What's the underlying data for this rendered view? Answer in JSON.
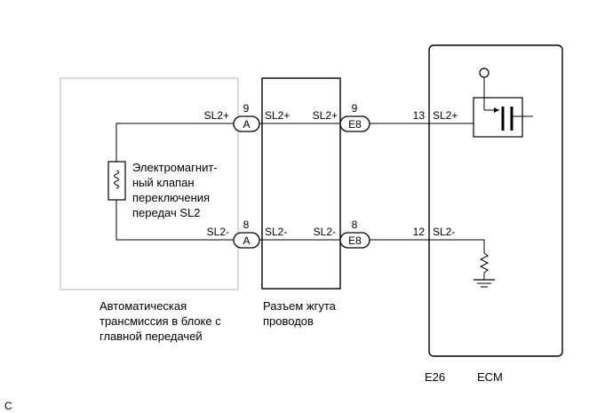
{
  "transmission": {
    "label_lines": [
      "Автоматическая",
      "трансмиссия в блоке с",
      "главной передачей"
    ]
  },
  "solenoid": {
    "label_lines": [
      "Электромагнит-",
      "ный клапан",
      "переключения",
      "передач SL2"
    ]
  },
  "harness": {
    "label_lines": [
      "Разъем жгута",
      "проводов"
    ]
  },
  "ecm": {
    "code": "E26",
    "name": "ECM"
  },
  "wires": {
    "sl2_plus": {
      "connector_a": {
        "pin": "9",
        "code": "A"
      },
      "connector_e8": {
        "pin": "9",
        "code": "E8"
      },
      "ecm_pin": "13",
      "signal": "SL2+"
    },
    "sl2_minus": {
      "connector_a": {
        "pin": "8",
        "code": "A"
      },
      "connector_e8": {
        "pin": "8",
        "code": "E8"
      },
      "ecm_pin": "12",
      "signal": "SL2-"
    }
  },
  "figure_code": "C"
}
